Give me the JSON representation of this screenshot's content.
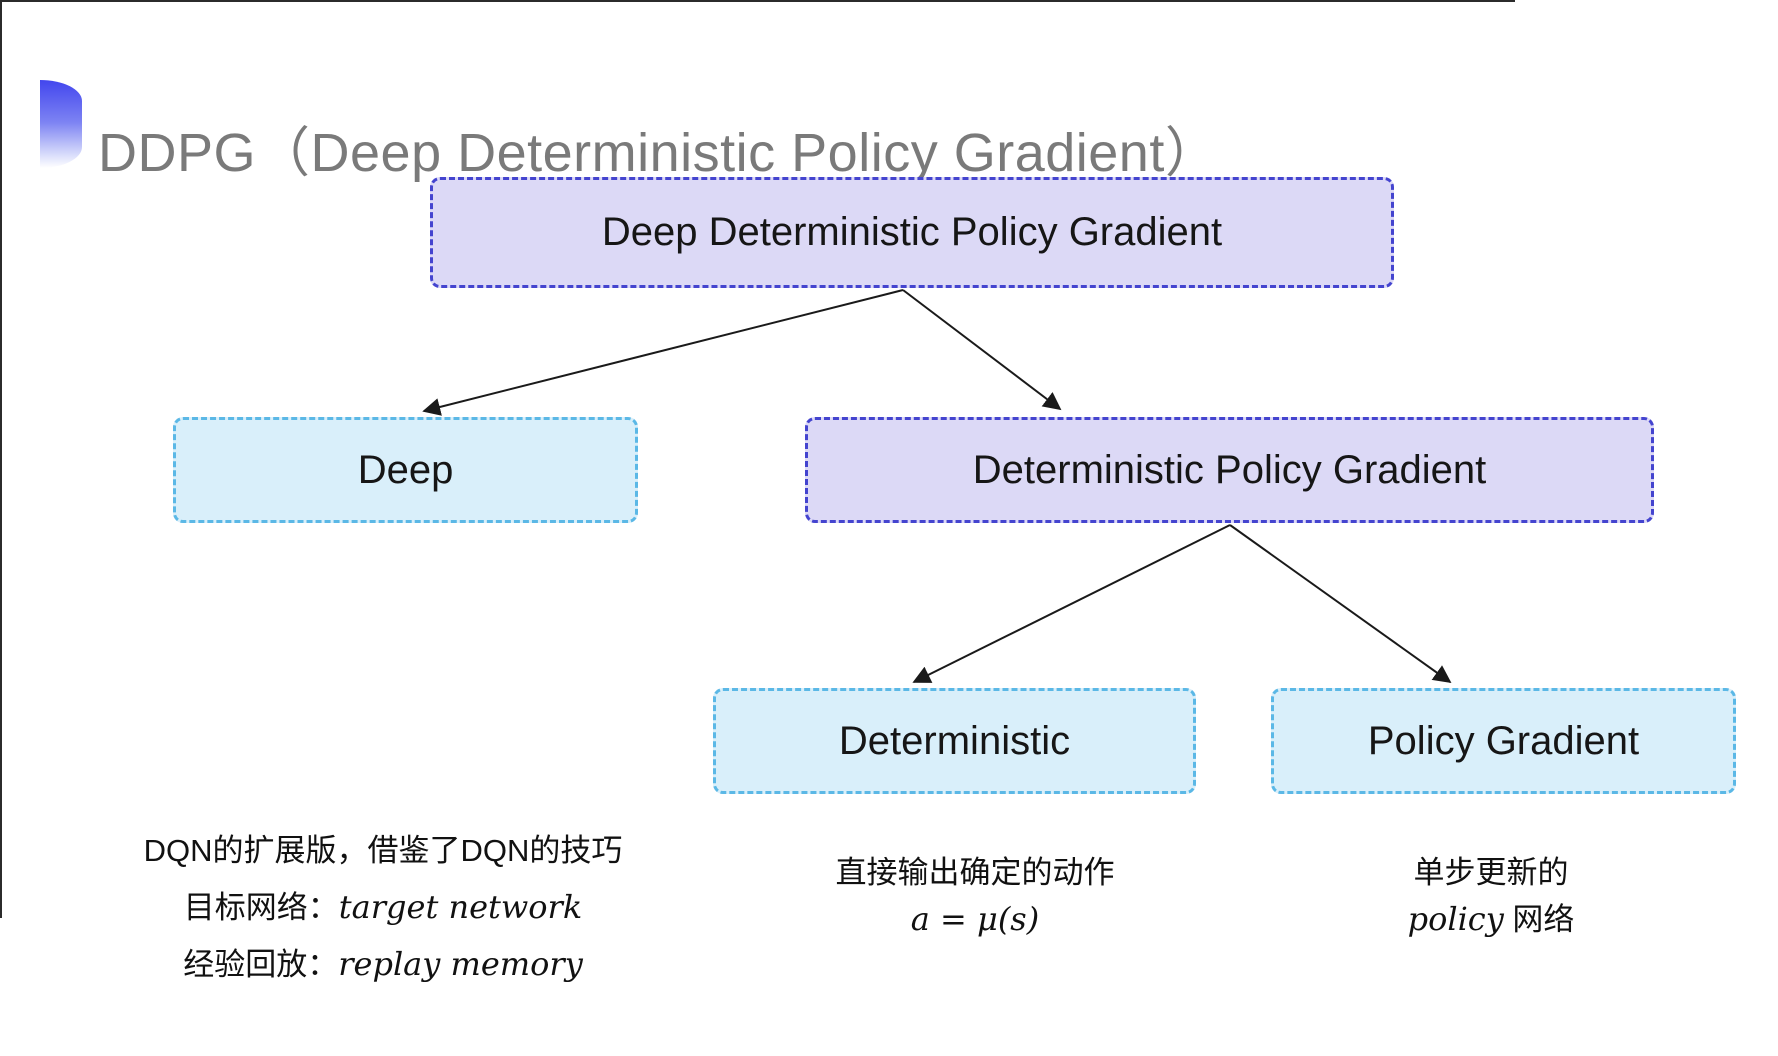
{
  "page": {
    "title": "DDPG（Deep Deterministic Policy Gradient）"
  },
  "diagram": {
    "type": "tree",
    "nodes": {
      "root": {
        "label": "Deep Deterministic Policy Gradient",
        "style": "purple"
      },
      "deep": {
        "label": "Deep",
        "style": "cyan"
      },
      "dpg": {
        "label": "Deterministic Policy Gradient",
        "style": "purple"
      },
      "det": {
        "label": "Deterministic",
        "style": "cyan"
      },
      "pg": {
        "label": "Policy Gradient",
        "style": "cyan"
      }
    },
    "edges": [
      {
        "from": "root",
        "to": "deep"
      },
      {
        "from": "root",
        "to": "dpg"
      },
      {
        "from": "dpg",
        "to": "det"
      },
      {
        "from": "dpg",
        "to": "pg"
      }
    ]
  },
  "annotations": {
    "deep": {
      "line1": "DQN的扩展版，借鉴了DQN的技巧",
      "line2_cn": "目标网络：",
      "line2_en": "target network",
      "line3_cn": "经验回放：",
      "line3_en": "replay memory"
    },
    "deterministic": {
      "line1": "直接输出确定的动作",
      "formula": "a = μ(s)"
    },
    "policy_gradient": {
      "line1": "单步更新的",
      "line2_en": "policy",
      "line2_cn": " 网络"
    }
  },
  "colors": {
    "purple_fill": "#dcd9f6",
    "purple_border": "#4444cf",
    "cyan_fill": "#d9effa",
    "cyan_border": "#5bb8e6",
    "title_gray": "#7a7a7a",
    "bullet_blue": "#4246ee",
    "arrow": "#1a1a1a",
    "background": "#ffffff"
  }
}
